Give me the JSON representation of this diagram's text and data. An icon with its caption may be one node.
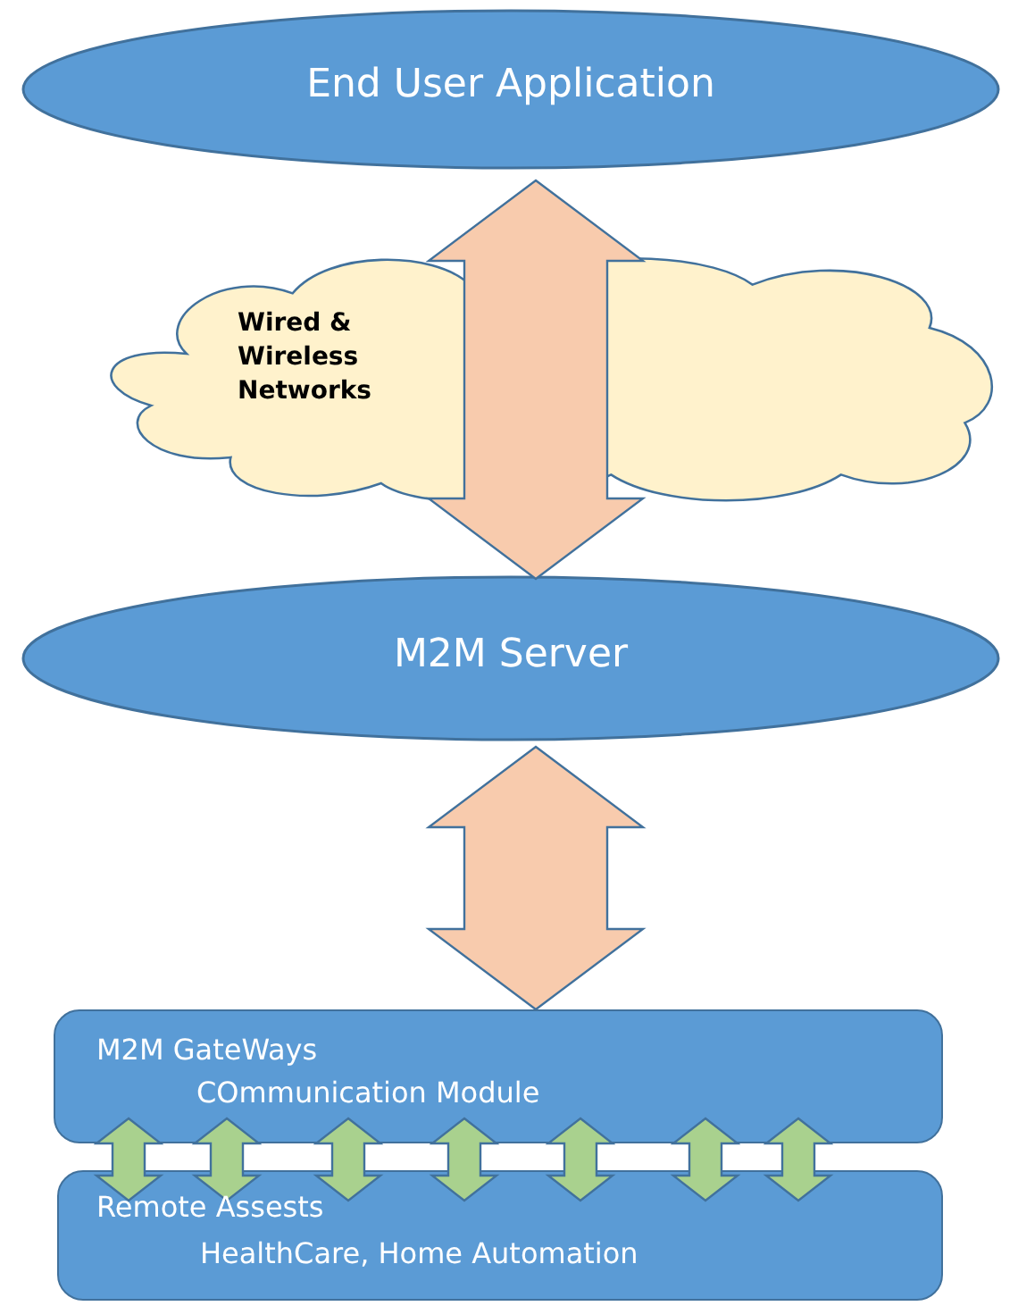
{
  "diagram": {
    "nodes": [
      {
        "text": [
          "End User Application"
        ]
      },
      {
        "text": [
          "Wired & Wireless Networks"
        ]
      },
      {
        "text": [
          "M2M Server"
        ]
      },
      {
        "text": [
          "M2M GateWays",
          "COmmunication Module"
        ]
      },
      {
        "text": [
          "Remote Assests",
          "HealthCare, Home Automation"
        ]
      }
    ],
    "edges": [
      {
        "from": 0,
        "to": 2,
        "arrow": "both",
        "style": "thick",
        "color": "#f8cbad"
      },
      {
        "from": 2,
        "to": 3,
        "arrow": "both",
        "style": "thick",
        "color": "#f8cbad"
      },
      {
        "from": 3,
        "to": 4,
        "arrow": "both"
      },
      {
        "from": 3,
        "to": 4,
        "arrow": "both"
      },
      {
        "from": 3,
        "to": 4,
        "arrow": "both"
      },
      {
        "from": 3,
        "to": 4,
        "arrow": "both"
      },
      {
        "from": 3,
        "to": 4,
        "arrow": "both"
      },
      {
        "from": 3,
        "to": 4,
        "arrow": "both"
      },
      {
        "from": 3,
        "to": 4,
        "arrow": "both"
      }
    ]
  }
}
